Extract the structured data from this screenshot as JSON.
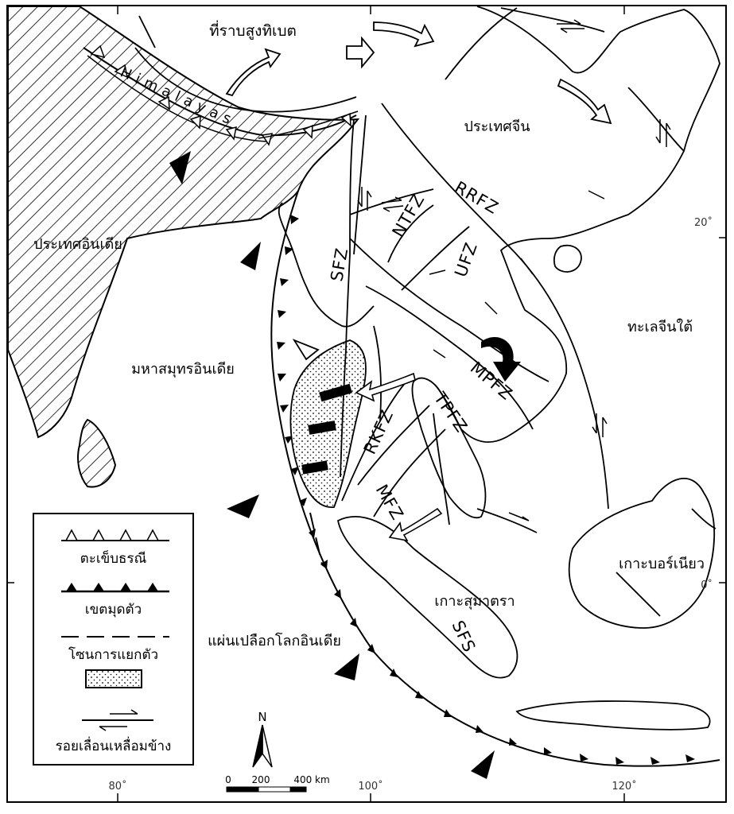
{
  "labels": {
    "tibet_plateau": "ที่ราบสูงทิเบต",
    "himalayas": "Himalayas",
    "china": "ประเทศจีน",
    "india": "ประเทศอินเดีย",
    "indian_ocean": "มหาสมุทรอินเดีย",
    "south_china_sea": "ทะเลจีนใต้",
    "borneo": "เกาะบอร์เนียว",
    "sumatra": "เกาะสุมาตรา",
    "indian_plate": "แผ่นเปลือกโลกอินเดีย"
  },
  "faults": {
    "rrfz": "RRFZ",
    "ntfz": "NTFZ",
    "ufz": "UFZ",
    "sfz": "SFZ",
    "mpfz": "MPFZ",
    "tpfz": "TPFZ",
    "rkfz": "RKFZ",
    "mfz": "MFZ",
    "sfs": "SFS"
  },
  "coordinates": {
    "lon_80": "80˚",
    "lon_100": "100˚",
    "lon_120": "120˚",
    "lat_20": "20˚",
    "lat_0": "0˚"
  },
  "legend": {
    "thrust": "ตะเข็บธรณี",
    "subduction": "เขตมุดตัว",
    "rift": "โซนการแยกตัว",
    "strike_slip": "รอยเลื่อนเหลื่อมข้าง"
  },
  "scale": {
    "north": "N",
    "tick_0": "0",
    "tick_200": "200",
    "tick_400": "400 km"
  }
}
